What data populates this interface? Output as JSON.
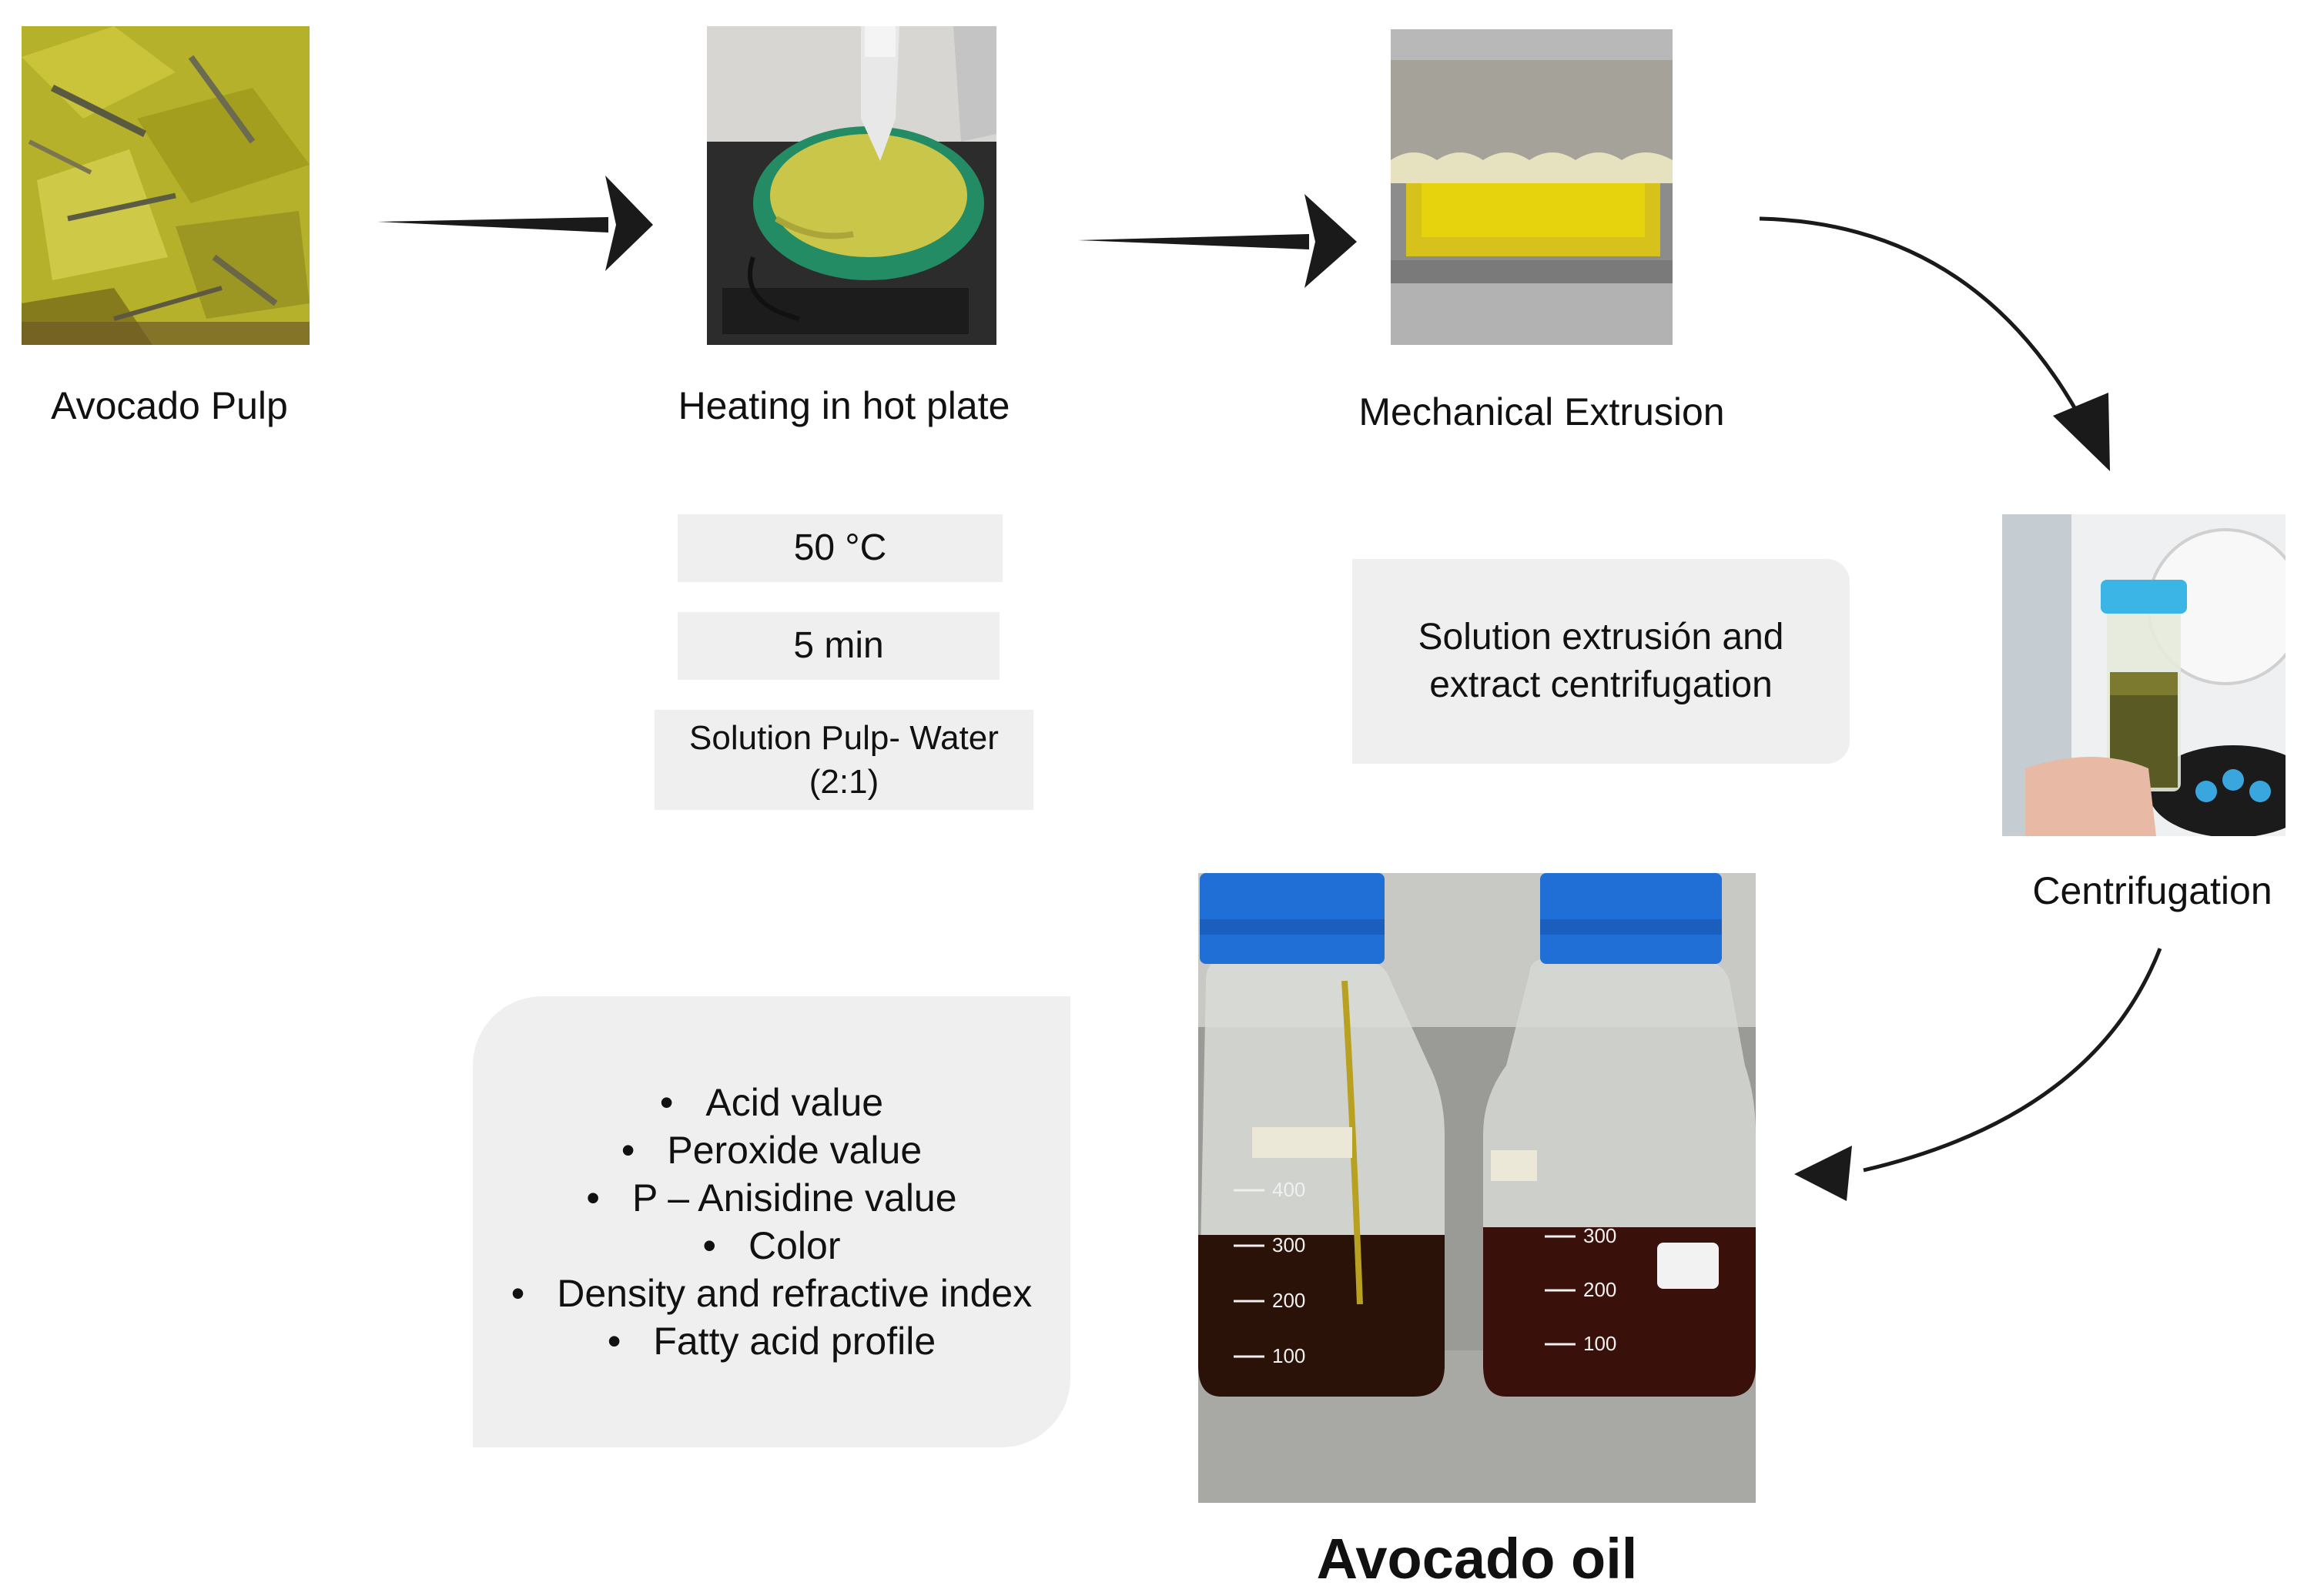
{
  "steps": {
    "avocado_pulp": "Avocado Pulp",
    "heating": "Heating in hot plate",
    "extrusion": "Mechanical Extrusion",
    "centrifugation": "Centrifugation",
    "oil": "Avocado oil"
  },
  "heating_conditions": {
    "temperature": "50 °C",
    "time": "5 min",
    "solution_line1": "Solution Pulp- Water",
    "solution_line2": "(2:1)"
  },
  "extrusion_note": {
    "line1": "Solution extrusión and",
    "line2": "extract centrifugation"
  },
  "analyses": [
    "Acid value",
    "Peroxide value",
    "P – Anisidine value",
    "Color",
    "Density and refractive index",
    "Fatty acid profile"
  ],
  "bottle_marks": {
    "left": [
      "400",
      "300",
      "200",
      "100"
    ],
    "right": [
      "300",
      "200",
      "100"
    ]
  },
  "colors": {
    "arrow": "#1a1a1a",
    "box_fill": "#efefef",
    "pulp": "#b6b12a",
    "oil": "#2a1208",
    "cap": "#1f6fd6"
  }
}
